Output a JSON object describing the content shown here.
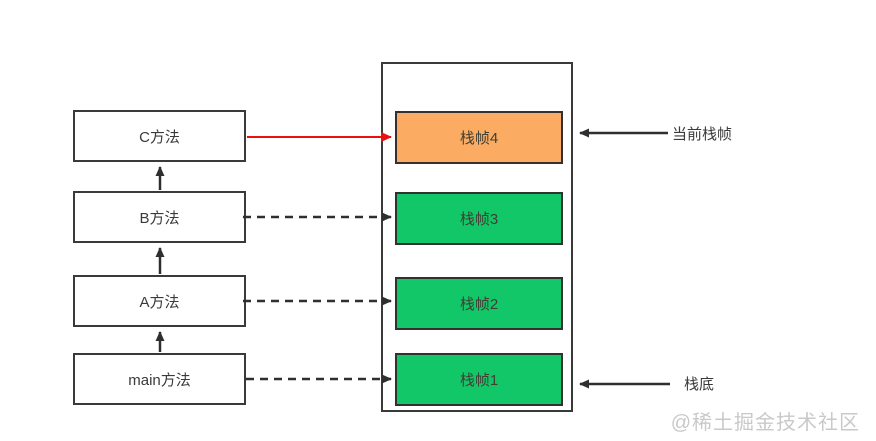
{
  "diagram": {
    "title_semantic": "java-call-stack-diagram",
    "methods": [
      {
        "label": "C方法"
      },
      {
        "label": "B方法"
      },
      {
        "label": "A方法"
      },
      {
        "label": "main方法"
      }
    ],
    "frames": [
      {
        "label": "栈帧4",
        "fill": "#fbac62",
        "state": "current"
      },
      {
        "label": "栈帧3",
        "fill": "#12c768",
        "state": "normal"
      },
      {
        "label": "栈帧2",
        "fill": "#12c768",
        "state": "normal"
      },
      {
        "label": "栈帧1",
        "fill": "#12c768",
        "state": "normal"
      }
    ],
    "annotations": {
      "current_frame": "当前栈帧",
      "stack_bottom": "栈底"
    },
    "colors": {
      "current_frame_fill": "#fbac62",
      "normal_frame_fill": "#12c768",
      "active_call_arrow": "#ea1010",
      "line": "#2f2f2f"
    },
    "watermark": "@稀土掘金技术社区"
  }
}
